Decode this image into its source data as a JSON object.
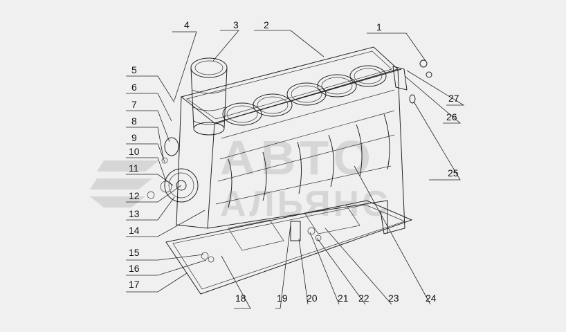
{
  "watermark": {
    "line1": "АВТО",
    "line2": "АЛЬЯНС"
  },
  "callouts": [
    "1",
    "2",
    "3",
    "4",
    "5",
    "6",
    "7",
    "8",
    "9",
    "10",
    "11",
    "12",
    "13",
    "14",
    "15",
    "16",
    "17",
    "18",
    "19",
    "20",
    "21",
    "22",
    "23",
    "24",
    "25",
    "26",
    "27"
  ]
}
